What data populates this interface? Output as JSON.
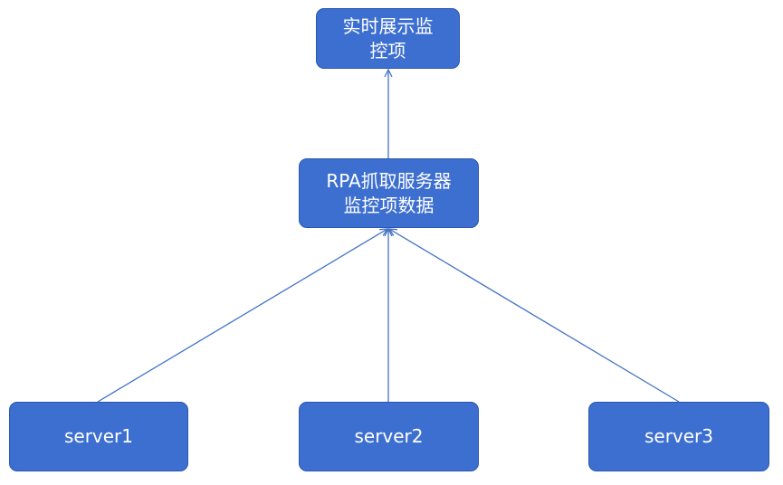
{
  "colors": {
    "node_fill": "#3d6fd0",
    "node_border": "#2b57ad",
    "node_text": "#ffffff",
    "connector": "#4472c4"
  },
  "nodes": {
    "display": {
      "line1": "实时展示监",
      "line2": "控项"
    },
    "rpa": {
      "line1": "RPA抓取服务器",
      "line2": "监控项数据"
    },
    "server1": {
      "label": "server1"
    },
    "server2": {
      "label": "server2"
    },
    "server3": {
      "label": "server3"
    }
  },
  "edges": [
    {
      "from": "server1",
      "to": "rpa"
    },
    {
      "from": "server2",
      "to": "rpa"
    },
    {
      "from": "server3",
      "to": "rpa"
    },
    {
      "from": "rpa",
      "to": "display"
    }
  ]
}
